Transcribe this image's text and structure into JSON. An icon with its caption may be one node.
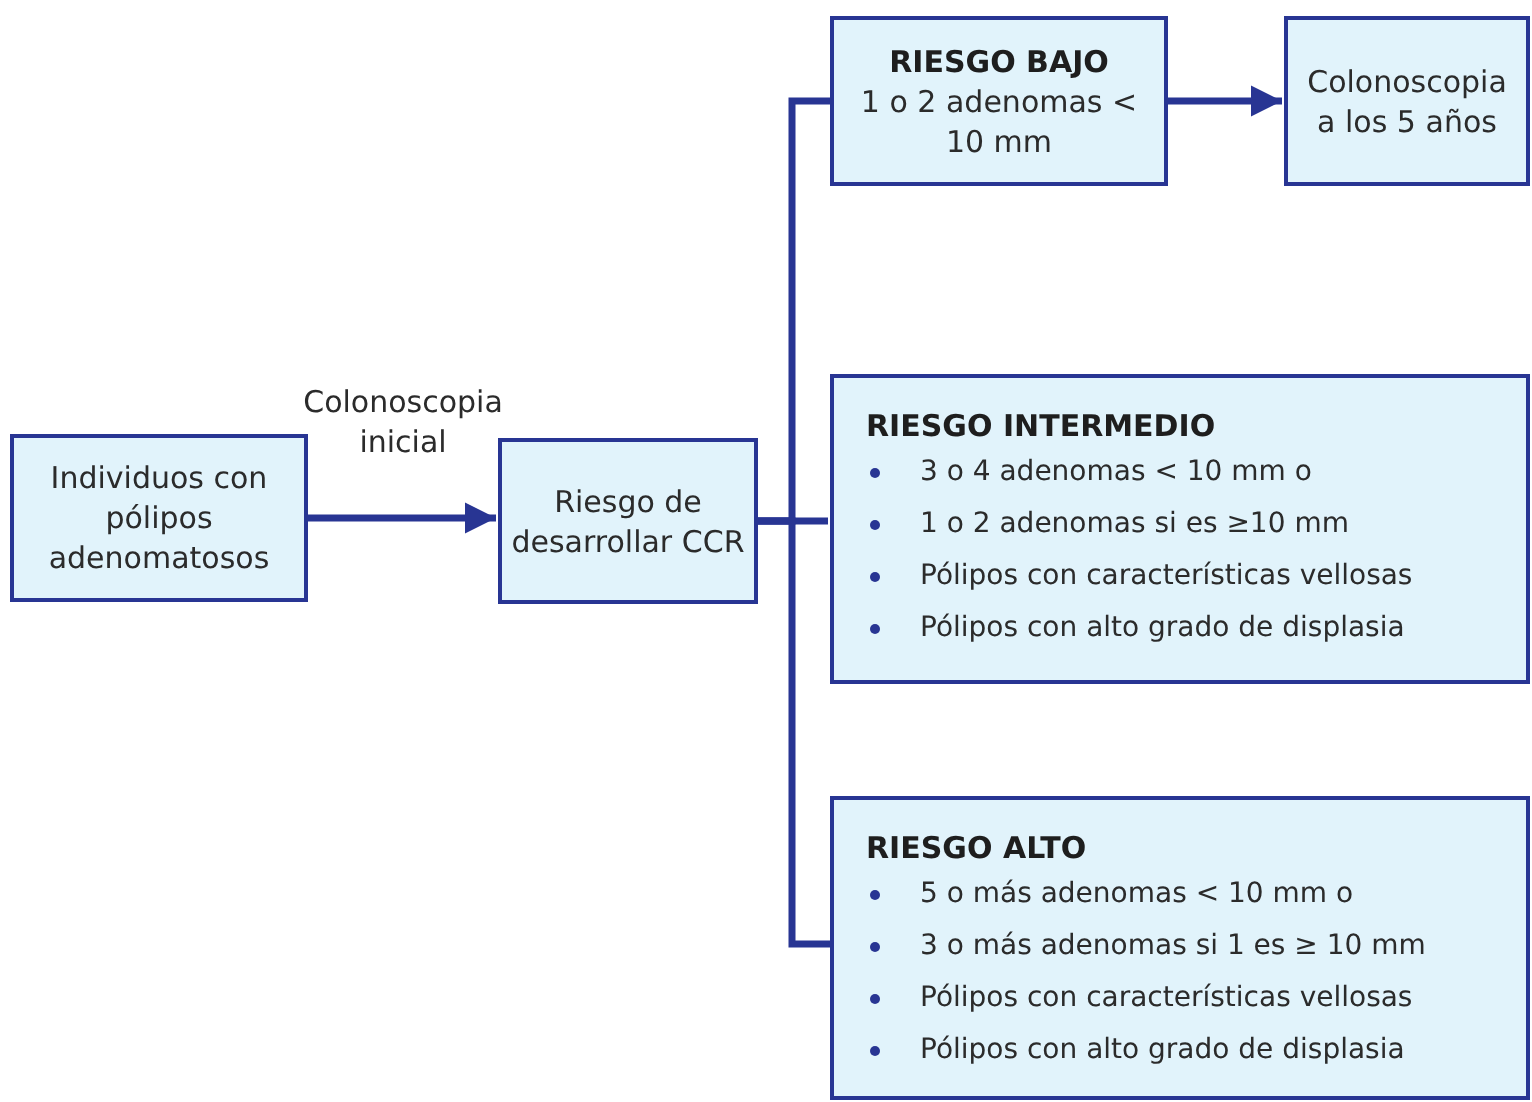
{
  "diagram": {
    "nodes": [
      {
        "text": [
          "Individuos con pólipos adenomatosos"
        ]
      },
      {
        "text": [
          "Riesgo de desarrollar CCR"
        ]
      },
      {
        "text": [
          "RIESGO BAJO",
          "1 o 2 adenomas < 10 mm"
        ]
      },
      {
        "text": [
          "Colonoscopia a los 5 años"
        ]
      },
      {
        "text": [
          "RIESGO INTERMEDIO",
          "3 o 4 adenomas < 10 mm o",
          "1 o 2 adenomas si es ≥10 mm",
          "Pólipos con características vellosas",
          "Pólipos con alto grado de displasia"
        ]
      },
      {
        "text": [
          "RIESGO ALTO",
          "5 o más adenomas < 10 mm o",
          "3 o más adenomas si 1 es ≥ 10 mm",
          "Pólipos con características vellosas",
          "Pólipos con alto grado de displasia"
        ]
      }
    ],
    "edges": [
      {
        "from": 0,
        "to": 1,
        "arrow": "to",
        "label": "Colonoscopia inicial"
      },
      {
        "from": 1,
        "to": 2,
        "arrow": "none"
      },
      {
        "from": 1,
        "to": 4,
        "arrow": "none"
      },
      {
        "from": 1,
        "to": 5,
        "arrow": "none"
      },
      {
        "from": 2,
        "to": 3,
        "arrow": "to"
      }
    ]
  }
}
